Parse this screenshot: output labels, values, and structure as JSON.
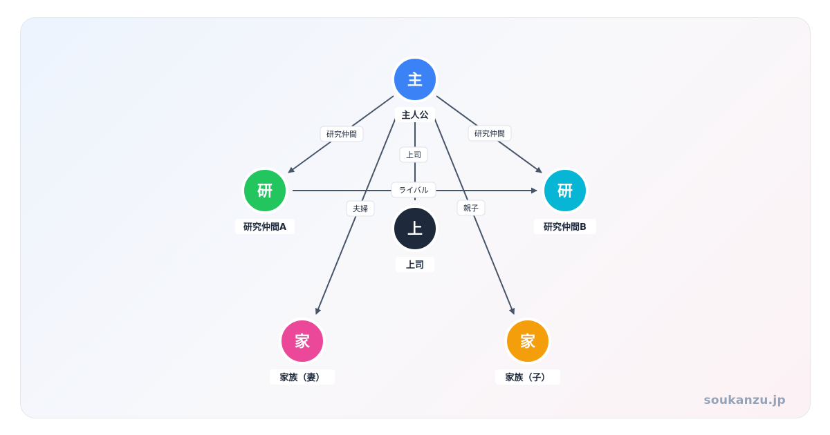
{
  "nodes": {
    "protagonist": {
      "glyph": "主",
      "label": "主人公",
      "color": "#3b82f6"
    },
    "colleague_a": {
      "glyph": "研",
      "label": "研究仲間A",
      "color": "#22c55e"
    },
    "colleague_b": {
      "glyph": "研",
      "label": "研究仲間B",
      "color": "#06b6d4"
    },
    "boss": {
      "glyph": "上",
      "label": "上司",
      "color": "#1e293b"
    },
    "family_wife": {
      "glyph": "家",
      "label": "家族（妻）",
      "color": "#ec4899"
    },
    "family_child": {
      "glyph": "家",
      "label": "家族（子）",
      "color": "#f59e0b"
    }
  },
  "edges": {
    "to_colleague_a": "研究仲間",
    "to_colleague_b": "研究仲間",
    "to_boss": "上司",
    "rival": "ライバル",
    "to_wife": "夫婦",
    "to_child": "親子"
  },
  "watermark": "soukanzu.jp"
}
